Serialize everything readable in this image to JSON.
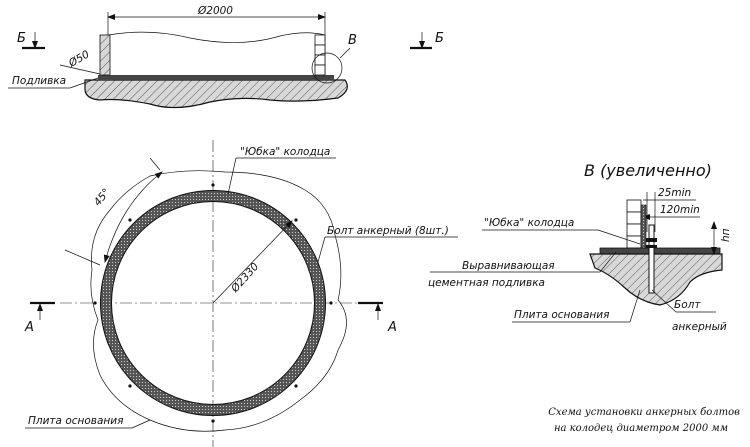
{
  "top_view": {
    "section_mark_left": "Б",
    "section_mark_right": "Б",
    "dim_diameter": "Ø2000",
    "dim_small": "Ø50",
    "detail_mark": "В",
    "leader_podlivka": "Подливка"
  },
  "plan_view": {
    "angle": "45°",
    "label_skirt": "\"Юбка\" колодца",
    "label_bolt": "Болт анкерный (8шт.)",
    "dim_diameter": "Ø2330",
    "section_mark_left": "А",
    "section_mark_right": "А",
    "label_base_plate": "Плита основания"
  },
  "detail_view": {
    "title": "В (увеличенно)",
    "dim_25": "25min",
    "dim_120": "120min",
    "dim_h": "hп",
    "label_skirt": "\"Юбка\" колодца",
    "label_leveling_1": "Выравнивающая",
    "label_leveling_2": "цементная подливка",
    "label_base_plate": "Плита основания",
    "label_bolt_1": "Болт",
    "label_bolt_2": "анкерный"
  },
  "caption": {
    "line1": "Схема установки анкерных болтов",
    "line2": "на колодец диаметром 2000 мм"
  }
}
